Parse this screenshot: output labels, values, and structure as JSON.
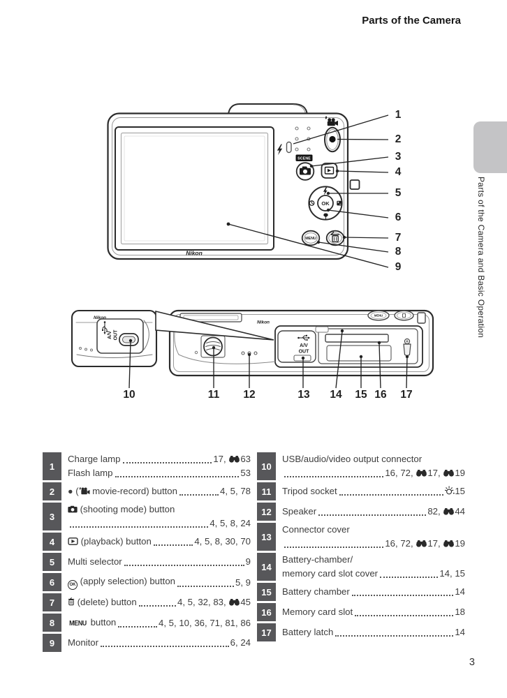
{
  "header": {
    "title": "Parts of the Camera"
  },
  "sidebar_tab": {
    "label": "Parts of the Camera and Basic Operation"
  },
  "footer": {
    "page_number": "3"
  },
  "diagram_labels": {
    "brand": "Nikon",
    "scene_badge": "SCENE",
    "ok": "OK",
    "menu": "MENU",
    "av": "A/V",
    "out": "OUT"
  },
  "diagrams": {
    "back": {
      "callouts": [
        "1",
        "2",
        "3",
        "4",
        "5",
        "6",
        "7",
        "8",
        "9"
      ]
    },
    "bottom": {
      "callouts": [
        "10",
        "11",
        "12",
        "13",
        "14",
        "15",
        "16",
        "17"
      ]
    }
  },
  "icons": {
    "R": {
      "name": "record-button-icon",
      "glyph": "●"
    },
    "V": {
      "name": "movie-mode-icon"
    },
    "C": {
      "name": "shooting-mode-icon"
    },
    "P": {
      "name": "playback-icon"
    },
    "K": {
      "name": "ok-button-icon",
      "label": "OK"
    },
    "D": {
      "name": "delete-icon"
    },
    "M": {
      "name": "menu-button-icon",
      "label": "MENU"
    },
    "E": {
      "name": "reference-section-icon"
    },
    "T": {
      "name": "tips-icon"
    }
  },
  "legend": {
    "columns": [
      {
        "rows": [
          {
            "num": "1",
            "lines": [
              {
                "text": "Charge lamp",
                "pages": "17, ⟦E⟧63"
              },
              {
                "text": "Flash lamp",
                "pages": "53"
              }
            ]
          },
          {
            "num": "2",
            "lines": [
              {
                "text": "⟦R⟧ (⟦V⟧ movie-record) button",
                "pages": "4, 5, 78"
              }
            ]
          },
          {
            "num": "3",
            "lines": [
              {
                "text": "⟦C⟧ (shooting mode) button"
              },
              {
                "pages": "4, 5, 8, 24"
              }
            ]
          },
          {
            "num": "4",
            "lines": [
              {
                "text": "⟦P⟧ (playback) button",
                "pages": "4, 5, 8, 30, 70"
              }
            ]
          },
          {
            "num": "5",
            "lines": [
              {
                "text": "Multi selector",
                "pages": "9"
              }
            ]
          },
          {
            "num": "6",
            "lines": [
              {
                "text": "⟦K⟧ (apply selection) button",
                "pages": "5, 9"
              }
            ]
          },
          {
            "num": "7",
            "lines": [
              {
                "text": "⟦D⟧ (delete) button",
                "pages": "4, 5, 32, 83, ⟦E⟧45"
              }
            ]
          },
          {
            "num": "8",
            "lines": [
              {
                "text": "⟦M⟧ button",
                "pages": "4, 5, 10, 36, 71, 81, 86"
              }
            ]
          },
          {
            "num": "9",
            "lines": [
              {
                "text": "Monitor",
                "pages": "6, 24"
              }
            ]
          }
        ]
      },
      {
        "rows": [
          {
            "num": "10",
            "lines": [
              {
                "text": "USB/audio/video output connector"
              },
              {
                "pages": "16, 72, ⟦E⟧17, ⟦E⟧19"
              }
            ]
          },
          {
            "num": "11",
            "lines": [
              {
                "text": "Tripod socket",
                "pages": "⟦T⟧15"
              }
            ]
          },
          {
            "num": "12",
            "lines": [
              {
                "text": "Speaker",
                "pages": "82, ⟦E⟧44"
              }
            ]
          },
          {
            "num": "13",
            "lines": [
              {
                "text": "Connector cover"
              },
              {
                "pages": "16, 72, ⟦E⟧17, ⟦E⟧19"
              }
            ]
          },
          {
            "num": "14",
            "lines": [
              {
                "text": "Battery-chamber/"
              },
              {
                "text": "memory card slot cover",
                "pages": "14, 15"
              }
            ]
          },
          {
            "num": "15",
            "lines": [
              {
                "text": "Battery chamber",
                "pages": "14"
              }
            ]
          },
          {
            "num": "16",
            "lines": [
              {
                "text": "Memory card slot",
                "pages": "18"
              }
            ]
          },
          {
            "num": "17",
            "lines": [
              {
                "text": "Battery latch",
                "pages": "14"
              }
            ]
          }
        ]
      }
    ]
  }
}
